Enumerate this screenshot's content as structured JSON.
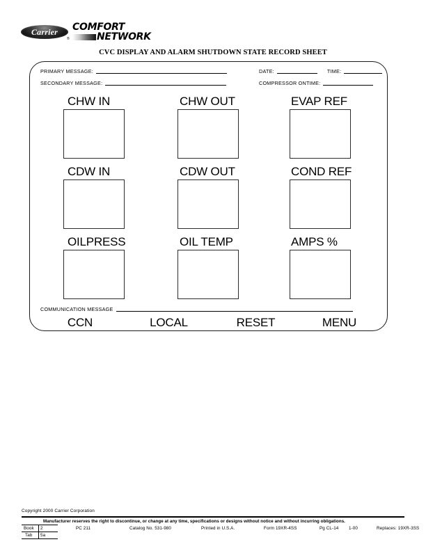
{
  "logo": {
    "brand": "Carrier",
    "registered_mark": "®",
    "line1": "COMFORT",
    "line2": "NETWORK"
  },
  "sheet": {
    "title": "CVC DISPLAY AND ALARM SHUTDOWN STATE RECORD SHEET"
  },
  "header_fields": {
    "primary_message_label": "PRIMARY MESSAGE:",
    "secondary_message_label": "SECONDARY MESSAGE:",
    "date_label": "DATE:",
    "time_label": "TIME:",
    "compressor_ontime_label": "COMPRESSOR ONTIME:"
  },
  "display_grid": {
    "rows": [
      {
        "cells": [
          {
            "label": "CHW IN",
            "value": ""
          },
          {
            "label": "CHW OUT",
            "value": ""
          },
          {
            "label": "EVAP REF",
            "value": ""
          }
        ]
      },
      {
        "cells": [
          {
            "label": "CDW IN",
            "value": ""
          },
          {
            "label": "CDW OUT",
            "value": ""
          },
          {
            "label": "COND REF",
            "value": ""
          }
        ]
      },
      {
        "cells": [
          {
            "label": "OILPRESS",
            "value": ""
          },
          {
            "label": "OIL TEMP",
            "value": ""
          },
          {
            "label": "AMPS %",
            "value": ""
          }
        ]
      }
    ]
  },
  "communication": {
    "label": "COMMUNICATION MESSAGE",
    "softkeys": [
      "CCN",
      "LOCAL",
      "RESET",
      "MENU"
    ]
  },
  "footer": {
    "copyright": "Copyright 2000 Carrier Corporation",
    "notice": "Manufacturer reserves the right to discontinue, or change at any time, specifications or designs without notice and without incurring obligations.",
    "book_label": "Book",
    "book_value": "2",
    "tab_label": "Tab",
    "tab_value": "5a",
    "pc": "PC 211",
    "catalog": "Catalog No. 531-980",
    "printed": "Printed in U.S.A.",
    "form": "Form 19XR-4SS",
    "page": "Pg CL-14",
    "date": "1-00",
    "replaces": "Replaces: 19XR-3SS"
  }
}
